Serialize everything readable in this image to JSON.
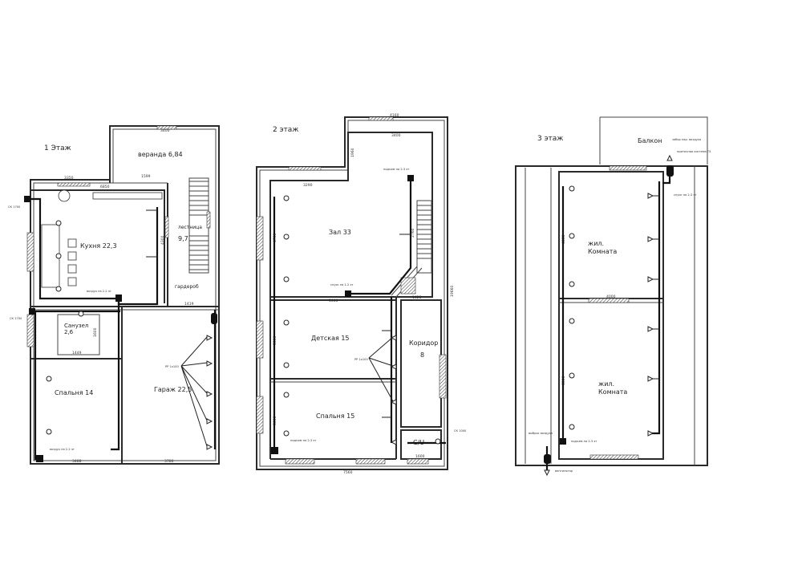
{
  "floors": {
    "f1": {
      "title": "1 Этаж",
      "rooms": {
        "kitchen": "Кухня 22,3",
        "veranda": "веранда 6,84",
        "stairs_label": "лестница",
        "stairs_area": "9,7",
        "wardrobe": "гардероб",
        "bathroom_name": "Санузел",
        "bathroom_area": "2,6",
        "bedroom": "Спальня 14",
        "garage": "Гараж 22,5"
      },
      "dims": {
        "d3350": "3350",
        "d6850": "6850",
        "d1599": "1599",
        "d3400": "3400",
        "d4300": "4300",
        "d1419": "1419",
        "d1600": "1600",
        "d1449": "1449",
        "d3488": "3488",
        "d3780": "3780"
      },
      "notes": {
        "inlet_top": "СК 1700",
        "inlet_mid": "СК 1700",
        "duct_kitchen": "воздух на 2-2 эт",
        "duct_bedroom": "воздух на 2-2 эт",
        "fan_note": "РР 1х100"
      }
    },
    "f2": {
      "title": "2 этаж",
      "rooms": {
        "hall": "Зал 33",
        "kids": "Детская 15",
        "corridor_name": "Коридор",
        "corridor_area": "8",
        "bedroom": "Спальня 15",
        "wc": "С/U"
      },
      "dims": {
        "d4160": "4160",
        "d3400": "3400",
        "d3290": "3290",
        "d1960": "1960",
        "d5080": "5080",
        "d1625": "1625",
        "d4700": "4700",
        "d2760": "2760",
        "d3300": "3300",
        "d3000": "3000",
        "d1600": "1600",
        "d7560": "7560",
        "d19660": "19660"
      },
      "notes": {
        "duct_top": "подъем на 2-3 эт",
        "duct_mid": "спуск на 1-2 эт",
        "duct_bottom": "подъем на 2-3 эт",
        "fan_note": "РР 1х100",
        "inlet": "СК 1000"
      }
    },
    "f3": {
      "title": "3 этаж",
      "rooms": {
        "balcony": "Балкон",
        "room1_a": "жил.",
        "room1_b": "Комната",
        "room2_a": "жил.",
        "room2_b": "Комната"
      },
      "dims": {
        "d4860": "4860",
        "d4000": "4000",
        "d6000": "6000"
      },
      "notes": {
        "intake": "забор нар. воздуха",
        "unit": "приточная система П1",
        "down": "спуск на 2-3 эт",
        "exhaust": "выброс воздуха",
        "up": "подъем на 2-3 эт",
        "compressor": "вентилятор"
      }
    }
  }
}
